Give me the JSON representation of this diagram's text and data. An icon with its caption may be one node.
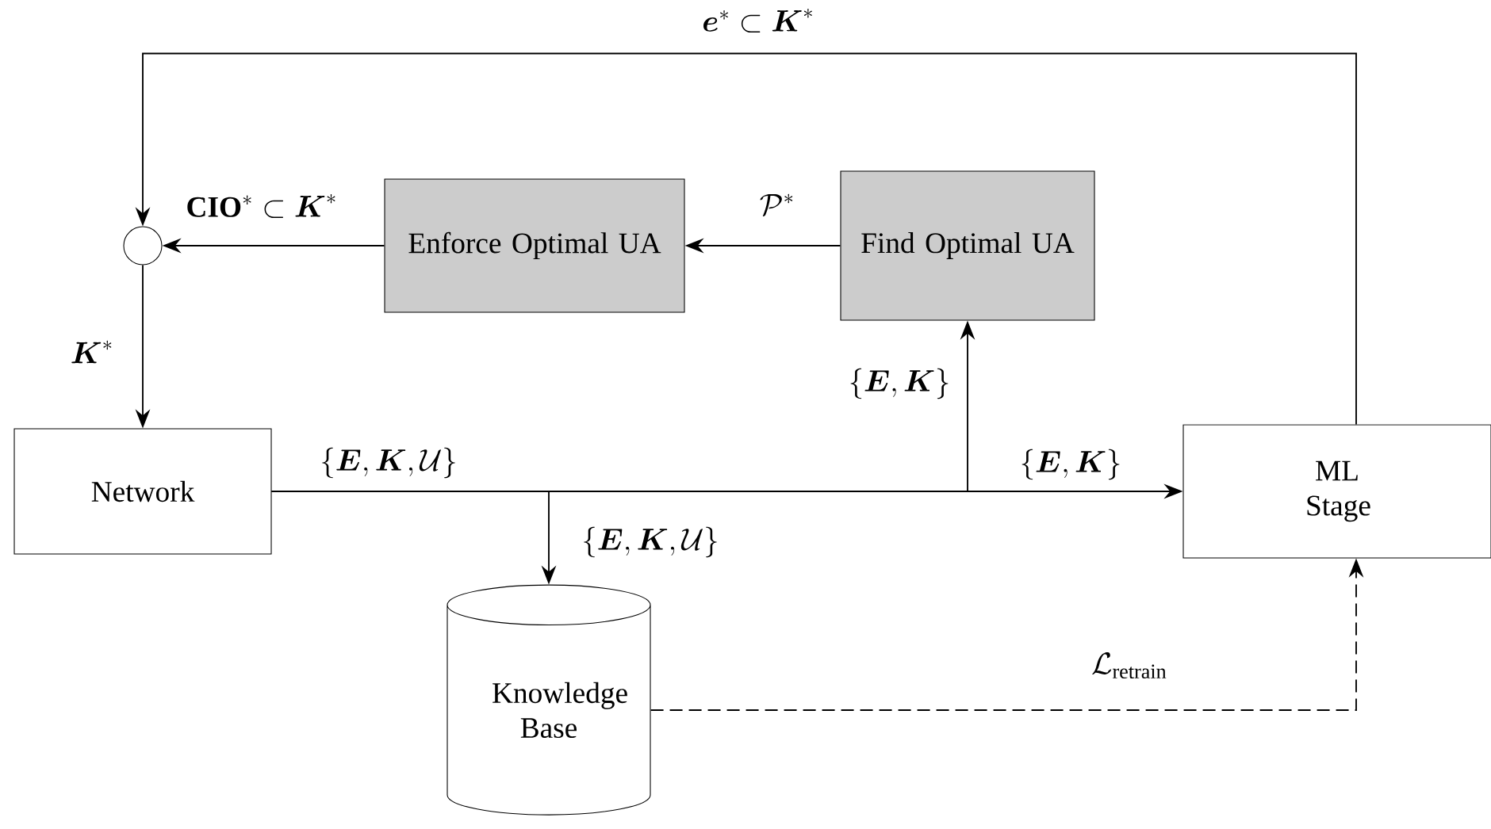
{
  "diagram": {
    "nodes": [
      {
        "text": [],
        "shape": "circle"
      },
      {
        "text": [
          "Enforce Optimal UA"
        ]
      },
      {
        "text": [
          "Find Optimal UA"
        ]
      },
      {
        "text": [
          "Network"
        ]
      },
      {
        "text": [
          "ML Stage"
        ]
      },
      {
        "text": [
          "Knowledge Base"
        ]
      }
    ],
    "edges": [
      {
        "from": 4,
        "to": 0,
        "arrow": "to",
        "label": "\\boldsymbol{e}^{*} \\subset \\boldsymbol{K}^{*}"
      },
      {
        "from": 1,
        "to": 0,
        "arrow": "to",
        "label": "\\mathbf{CIO}^{*} \\subset \\boldsymbol{K}^{*}"
      },
      {
        "from": 2,
        "to": 1,
        "arrow": "to",
        "label": "\\mathcal{P}^{*}"
      },
      {
        "from": 0,
        "to": 3,
        "arrow": "to",
        "label": "\\boldsymbol{K}^{*}"
      },
      {
        "from": 3,
        "to": 2,
        "arrow": "to",
        "label": "\\{\\boldsymbol{E},\\boldsymbol{K}\\}"
      },
      {
        "from": 3,
        "to": 4,
        "arrow": "to",
        "label": "\\{\\boldsymbol{E},\\boldsymbol{K}\\}"
      },
      {
        "from": 3,
        "to": 5,
        "arrow": "to",
        "label": "\\{\\boldsymbol{E},\\boldsymbol{K},\\mathcal{U}\\}"
      },
      {
        "from": 5,
        "to": 4,
        "arrow": "to",
        "style": "dashed",
        "label": "\\mathcal{L}_{\\mathrm{retrain}}"
      }
    ],
    "labels": [
      "\\{\\boldsymbol{E},\\boldsymbol{K},\\mathcal{U}\\}"
    ]
  }
}
